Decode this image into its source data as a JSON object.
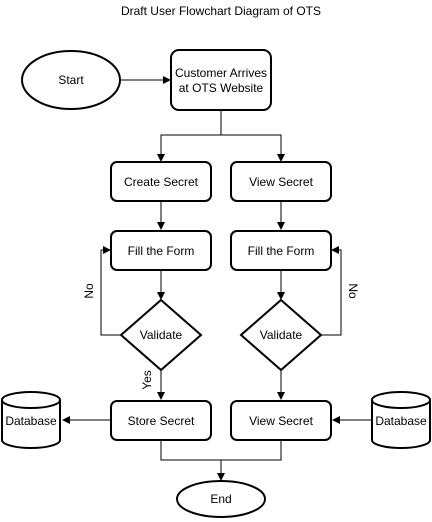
{
  "title": "Draft User Flowchart Diagram of OTS",
  "nodes": {
    "start": "Start",
    "customer_arrives_line1": "Customer Arrives",
    "customer_arrives_line2": "at OTS Website",
    "create_secret": "Create Secret",
    "view_secret_top": "View Secret",
    "fill_form_left": "Fill the Form",
    "fill_form_right": "Fill the Form",
    "validate_left": "Validate",
    "validate_right": "Validate",
    "store_secret": "Store Secret",
    "view_secret_bottom": "View Secret",
    "database_left": "Database",
    "database_right": "Database",
    "end": "End"
  },
  "edges": {
    "no_left": "No",
    "no_right": "No",
    "yes_left": "Yes"
  }
}
